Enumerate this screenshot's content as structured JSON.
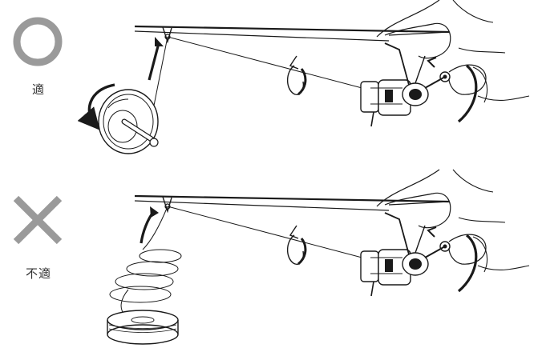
{
  "panels": [
    {
      "id": "correct",
      "symbol": "circle",
      "symbol_color": "#9a9a9a",
      "label": "適",
      "line_source": "spool-on-axle",
      "source_rotation": "counter-clockwise",
      "line_lead": "up-to-first-guide"
    },
    {
      "id": "incorrect",
      "symbol": "cross",
      "symbol_color": "#9a9a9a",
      "label": "不適",
      "line_source": "spool-lying-flat",
      "line_lead": "coils-off-spool-top"
    }
  ],
  "colors": {
    "ink": "#1a1a1a",
    "symbol": "#9a9a9a",
    "label": "#333333"
  },
  "icons": [
    "circle-correct-icon",
    "cross-incorrect-icon",
    "rotation-arrow-icon",
    "spinning-reel-icon",
    "hand-icon",
    "line-spool-icon"
  ]
}
